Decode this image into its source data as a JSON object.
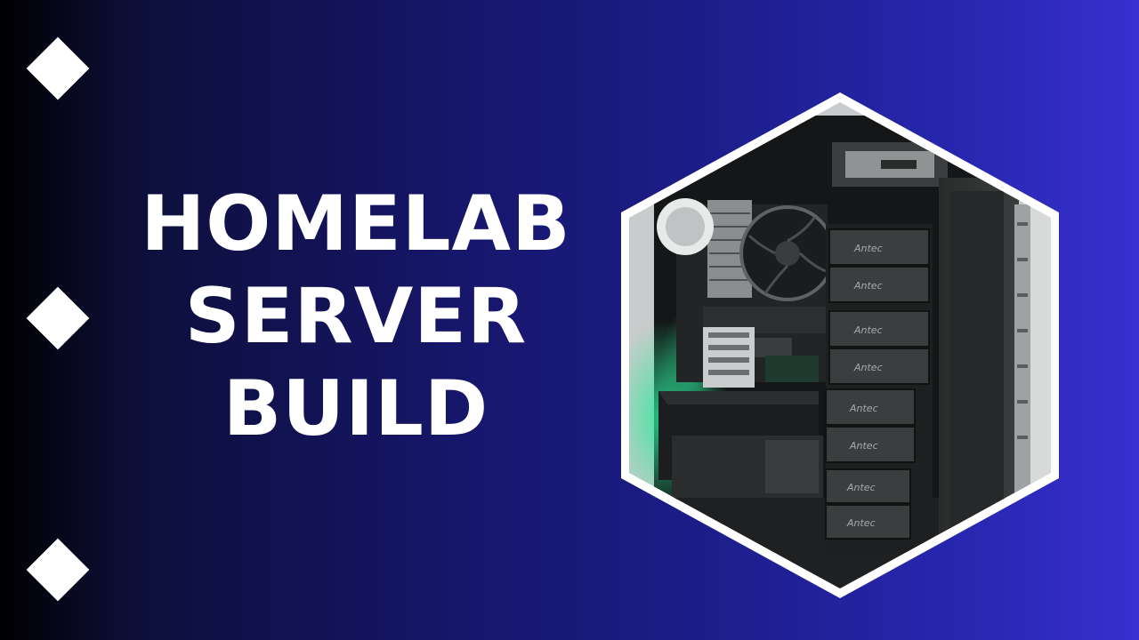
{
  "title": {
    "line1": "HOMELAB",
    "line2": "SERVER",
    "line3": "BUILD"
  },
  "photo": {
    "drive_bay_brand": "Antec"
  },
  "colors": {
    "background_left": "#000000",
    "background_right": "#3a2fd0",
    "accent": "#ffffff",
    "glow": "#2ee89a"
  },
  "icons": [
    "diamond-icon",
    "diamond-icon",
    "diamond-icon"
  ]
}
